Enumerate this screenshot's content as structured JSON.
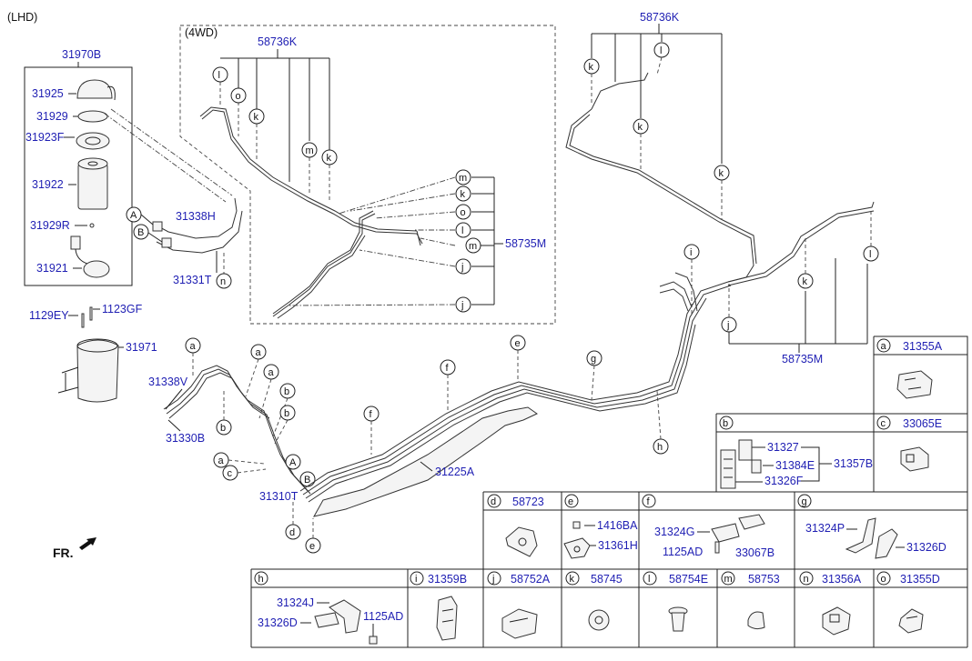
{
  "header": {
    "variant": "(LHD)",
    "box_4wd": "(4WD)"
  },
  "filter": {
    "assy": "31970B",
    "p1": "31925",
    "p2": "31929",
    "p3": "31923F",
    "p4": "31922",
    "p5": "31929R",
    "p6": "31921"
  },
  "bracket": {
    "b1": "1129EY",
    "b2": "1123GF",
    "b3": "31971"
  },
  "hoses": {
    "h1": "31338H",
    "h2": "31331T",
    "h3": "31338V",
    "h4": "31330B",
    "h5": "31310T",
    "h6": "31225A"
  },
  "clips": {
    "top_left": "58736K",
    "top_right": "58736K",
    "mid": "58735M",
    "right": "58735M"
  },
  "orientation": {
    "label": "FR."
  },
  "letters": {
    "A": "A",
    "B": "B",
    "a": "a",
    "b": "b",
    "c": "c",
    "d": "d",
    "e": "e",
    "f": "f",
    "g": "g",
    "h": "h",
    "i": "i",
    "j": "j",
    "k": "k",
    "l": "l",
    "m": "m",
    "n": "n",
    "o": "o"
  },
  "boxes": {
    "a": {
      "letter": "a",
      "part": "31355A"
    },
    "b": {
      "letter": "b",
      "p1": "31327",
      "p2": "31384E",
      "p3": "31326F",
      "p4": "31357B"
    },
    "c": {
      "letter": "c",
      "part": "33065E"
    },
    "d": {
      "letter": "d",
      "part": "58723"
    },
    "e": {
      "letter": "e",
      "p1": "1416BA",
      "p2": "31361H"
    },
    "f": {
      "letter": "f",
      "p1": "31324G",
      "p2": "1125AD",
      "p3": "33067B"
    },
    "g": {
      "letter": "g",
      "p1": "31324P",
      "p2": "31326D"
    },
    "h": {
      "letter": "h",
      "p1": "31324J",
      "p2": "31326D",
      "p3": "1125AD"
    },
    "i": {
      "letter": "i",
      "part": "31359B"
    },
    "j": {
      "letter": "j",
      "part": "58752A"
    },
    "k": {
      "letter": "k",
      "part": "58745"
    },
    "l": {
      "letter": "l",
      "part": "58754E"
    },
    "m": {
      "letter": "m",
      "part": "58753"
    },
    "n": {
      "letter": "n",
      "part": "31356A"
    },
    "o": {
      "letter": "o",
      "part": "31355D"
    }
  }
}
